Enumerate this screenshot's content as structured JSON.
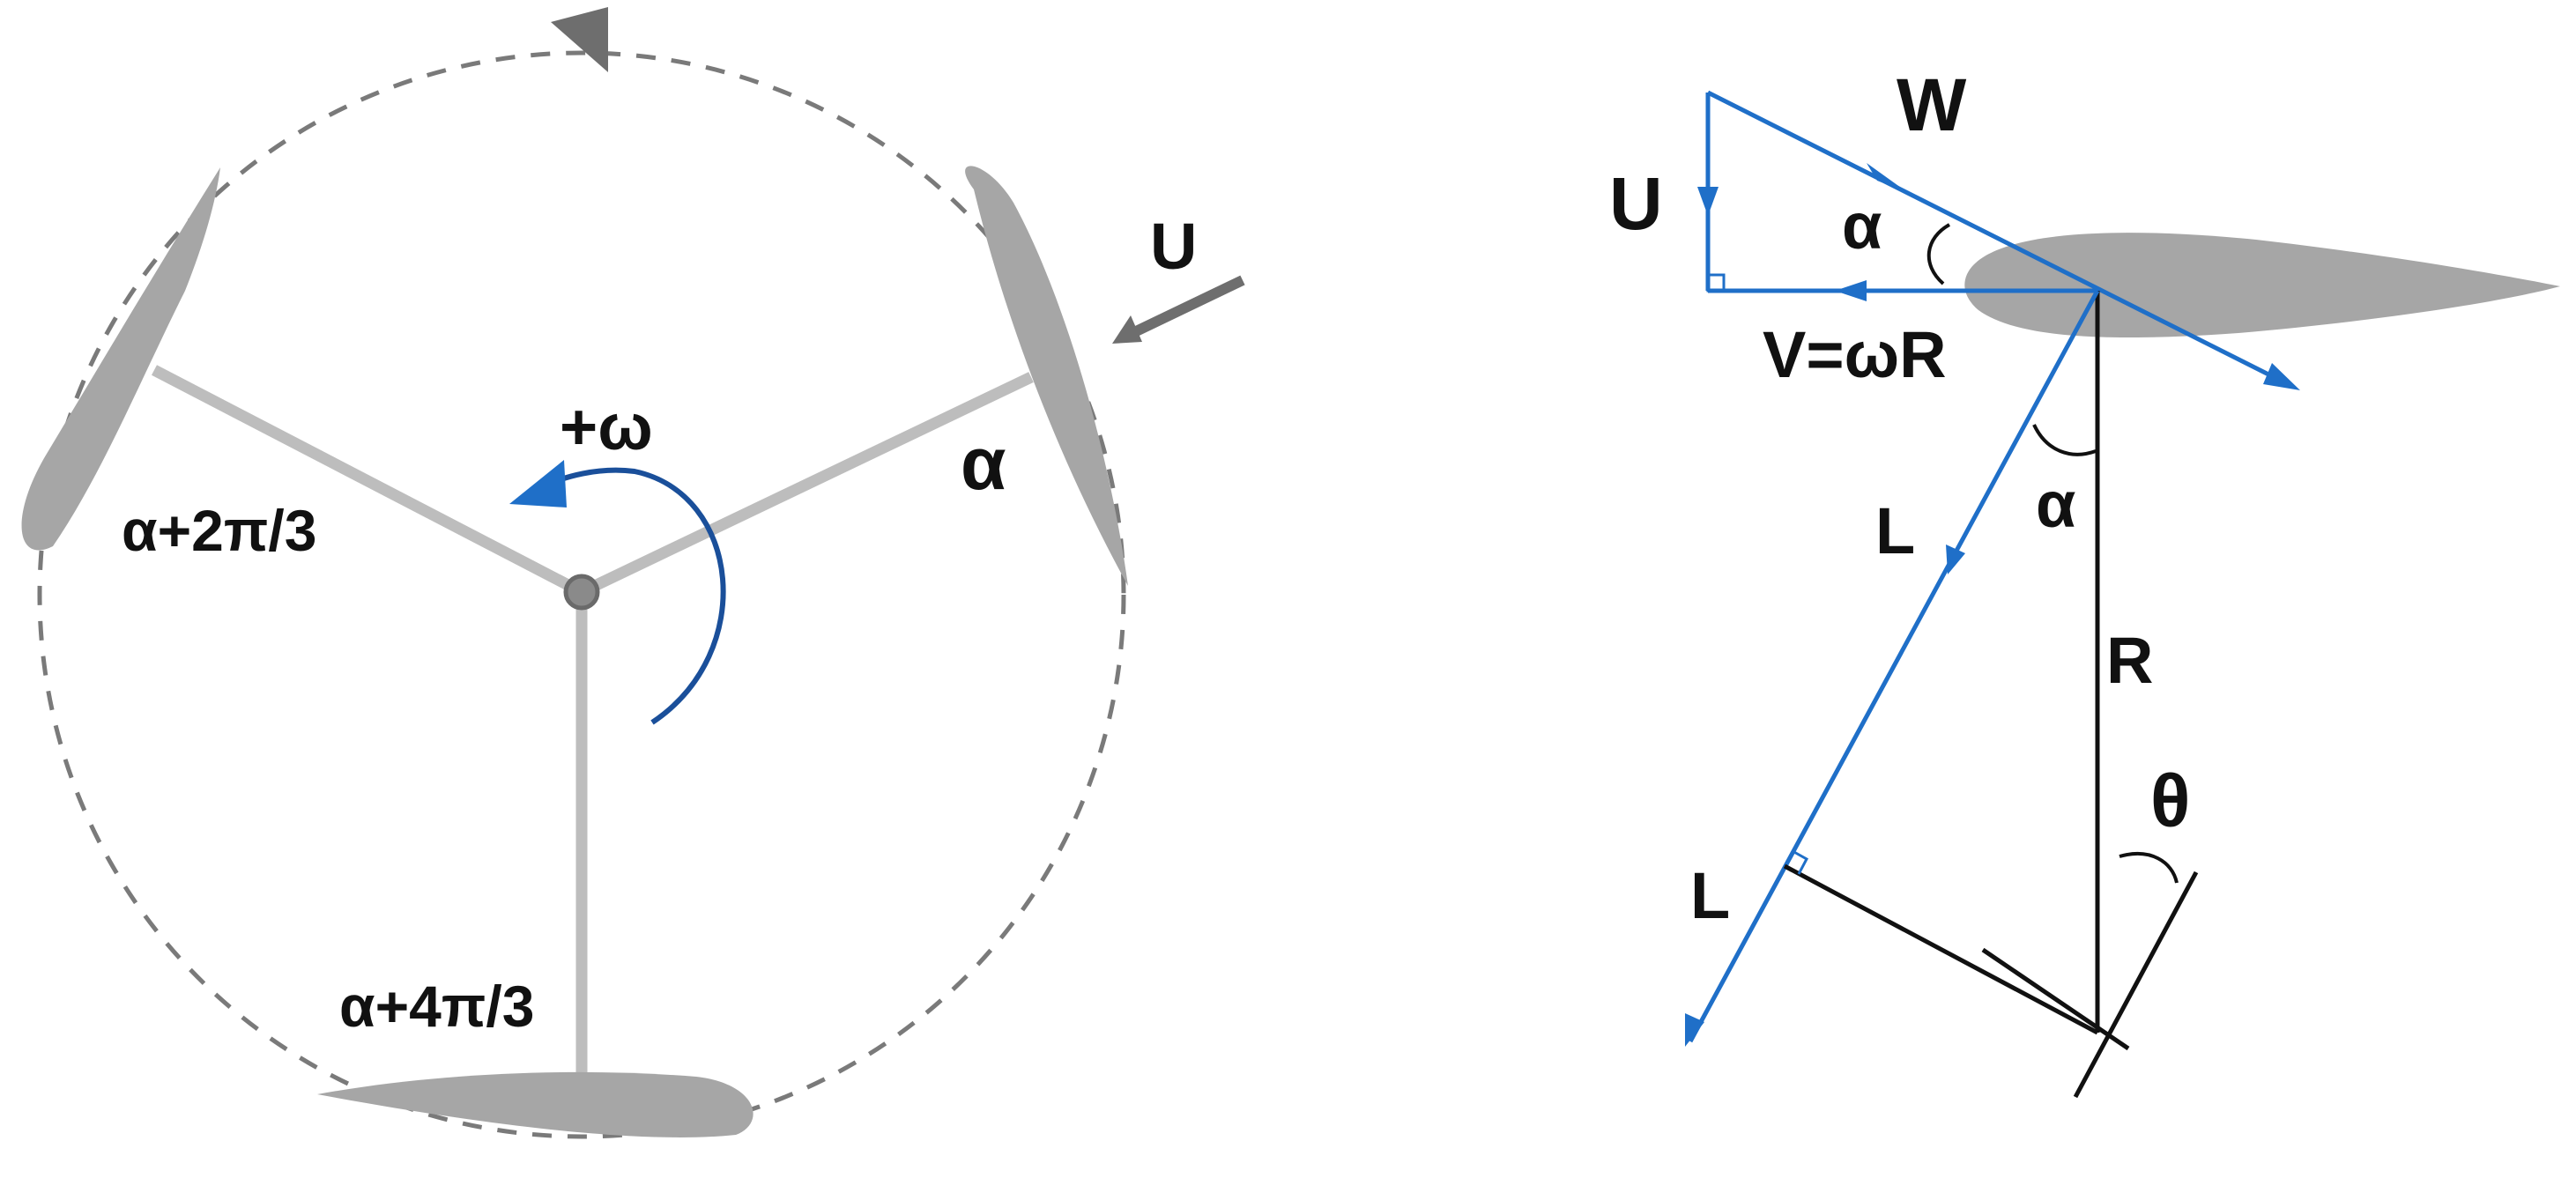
{
  "rotor": {
    "wind_label": "U",
    "rotation_label": "+ω",
    "blade_1_angle_label": "α",
    "blade_2_angle_label": "α+2π/3",
    "blade_3_angle_label": "α+4π/3"
  },
  "vectors": {
    "relative_velocity_label": "W",
    "wind_label": "U",
    "tangential_velocity_label": "V=ωR",
    "angle_of_attack_upper_label": "α",
    "angle_of_attack_lower_label": "α",
    "lift_label_upper": "L",
    "lift_label_lower": "L",
    "radius_label": "R",
    "azimuth_label": "θ"
  },
  "colors": {
    "vector_blue": "#1f6fc8",
    "rotation_blue": "#1a4f9a",
    "blade_gray": "#a6a6a6",
    "arm_gray": "#bdbdbd",
    "orbit_gray": "#7a7a7a",
    "wind_arrow_gray": "#6e6e6e",
    "line_black": "#111111"
  }
}
